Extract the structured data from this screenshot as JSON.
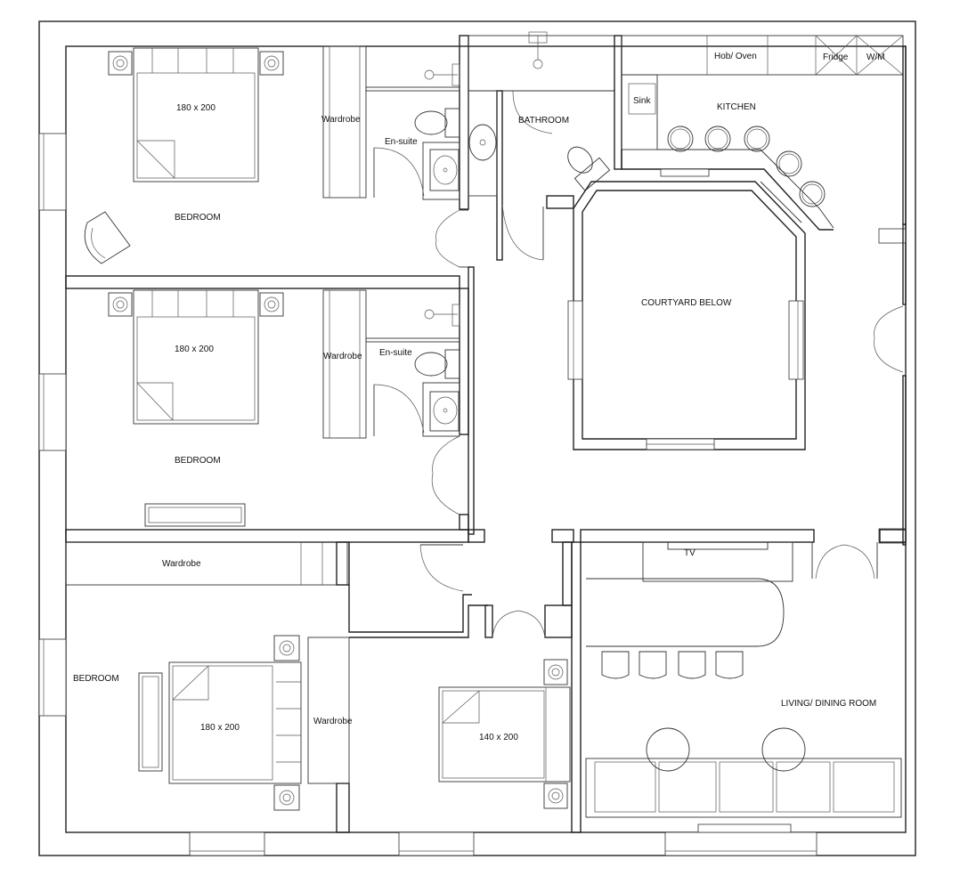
{
  "labels": {
    "bed1": "180 x 200",
    "bed2": "180 x 200",
    "bed3": "180 x 200",
    "bed4": "140 x 200",
    "wardrobe1": "Wardrobe",
    "wardrobe2": "Wardrobe",
    "wardrobe3": "Wardrobe",
    "wardrobe4": "Wardrobe",
    "ensuite1": "En-suite",
    "ensuite2": "En-suite",
    "bedroom1": "BEDROOM",
    "bedroom2": "BEDROOM",
    "bedroom3": "BEDROOM",
    "bathroom": "BATHROOM",
    "kitchen": "KITCHEN",
    "hob": "Hob/ Oven",
    "fridge": "Fridge",
    "wm": "W/M",
    "sink": "Sink",
    "courtyard": "COURTYARD BELOW",
    "tv": "TV",
    "living": "LIVING/ DINING ROOM"
  }
}
